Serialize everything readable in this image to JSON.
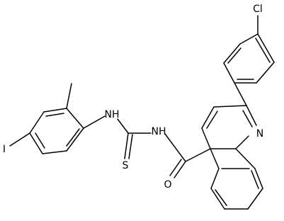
{
  "molecule": {
    "atom_labels": {
      "chloro": "Cl",
      "iodo": "I",
      "ring_nitrogen": "N",
      "amide_nh": "NH",
      "aniline_nh": "NH",
      "thio_sulfur": "S",
      "carbonyl_oxygen": "O"
    }
  },
  "colors": {
    "bond": "#000000",
    "label": "#000000",
    "background": "#ffffff"
  }
}
